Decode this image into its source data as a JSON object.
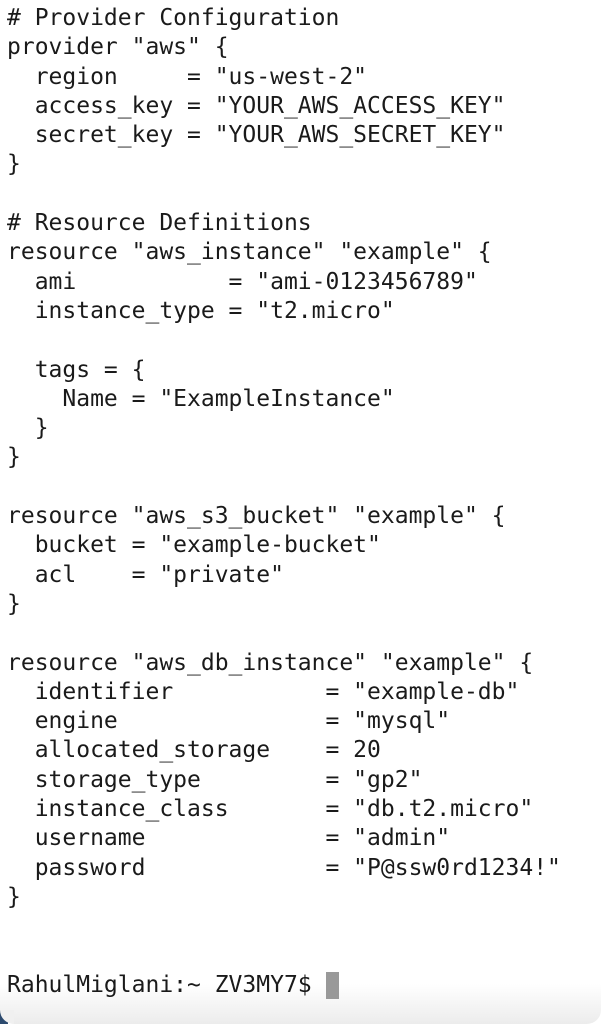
{
  "terminal": {
    "lines": [
      "# Provider Configuration",
      "provider \"aws\" {",
      "  region     = \"us-west-2\"",
      "  access_key = \"YOUR_AWS_ACCESS_KEY\"",
      "  secret_key = \"YOUR_AWS_SECRET_KEY\"",
      "}",
      "",
      "# Resource Definitions",
      "resource \"aws_instance\" \"example\" {",
      "  ami           = \"ami-0123456789\"",
      "  instance_type = \"t2.micro\"",
      "",
      "  tags = {",
      "    Name = \"ExampleInstance\"",
      "  }",
      "}",
      "",
      "resource \"aws_s3_bucket\" \"example\" {",
      "  bucket = \"example-bucket\"",
      "  acl    = \"private\"",
      "}",
      "",
      "resource \"aws_db_instance\" \"example\" {",
      "  identifier           = \"example-db\"",
      "  engine               = \"mysql\"",
      "  allocated_storage    = 20",
      "  storage_type         = \"gp2\"",
      "  instance_class       = \"db.t2.micro\"",
      "  username             = \"admin\"",
      "  password             = \"P@ssw0rd1234!\"",
      "}",
      "",
      ""
    ],
    "prompt": "RahulMiglani:~ ZV3MY7$"
  }
}
